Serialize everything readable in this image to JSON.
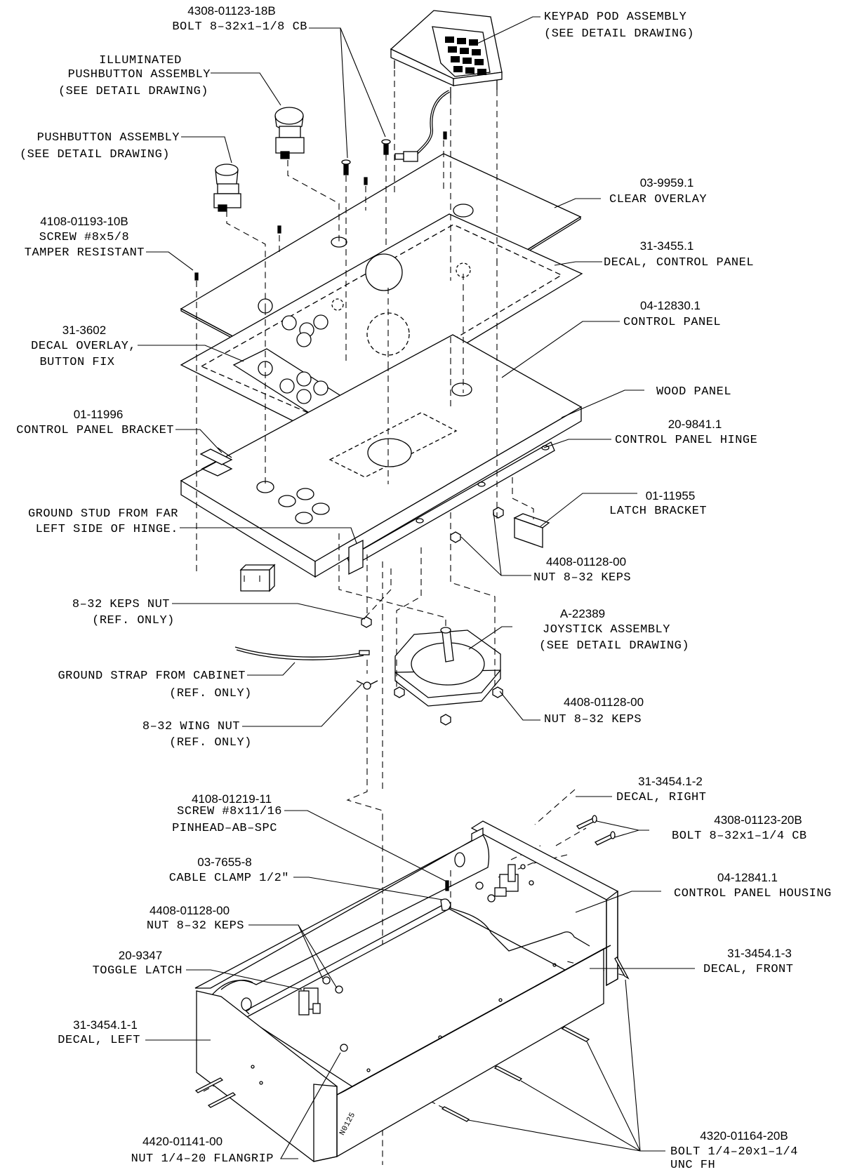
{
  "drawing_id": "N0125",
  "callouts": {
    "bolt_top": {
      "pn": "4308-01123-18B",
      "desc": "BOLT 8–32x1–1/8 CB"
    },
    "keypad": {
      "l1": "KEYPAD POD ASSEMBLY",
      "l2": "(SEE DETAIL DRAWING)"
    },
    "illum_pb": {
      "l1": "ILLUMINATED",
      "l2": "PUSHBUTTON ASSEMBLY",
      "l3": "(SEE DETAIL DRAWING)"
    },
    "pushbutton": {
      "l1": "PUSHBUTTON ASSEMBLY",
      "l2": "(SEE DETAIL DRAWING)"
    },
    "clear_overlay": {
      "pn": "03-9959.1",
      "desc": "CLEAR OVERLAY"
    },
    "screw_tamper": {
      "pn": "4108-01193-10B",
      "d1": "SCREW #8x5/8",
      "d2": "TAMPER RESISTANT"
    },
    "decal_cp": {
      "pn": "31-3455.1",
      "desc": "DECAL, CONTROL PANEL"
    },
    "control_panel": {
      "pn": "04-12830.1",
      "desc": "CONTROL PANEL"
    },
    "decal_overlay": {
      "pn": "31-3602",
      "d1": "DECAL OVERLAY,",
      "d2": "BUTTON FIX"
    },
    "wood_panel": {
      "desc": "WOOD PANEL"
    },
    "cp_bracket": {
      "pn": "01-11996",
      "desc": "CONTROL PANEL BRACKET"
    },
    "cp_hinge": {
      "pn": "20-9841.1",
      "desc": "CONTROL PANEL HINGE"
    },
    "latch_bracket": {
      "pn": "01-11955",
      "desc": "LATCH BRACKET"
    },
    "ground_stud": {
      "l1": "GROUND STUD FROM FAR",
      "l2": "LEFT SIDE OF HINGE."
    },
    "nut_keps_1": {
      "pn": "4408-01128-00",
      "desc": "NUT 8–32 KEPS"
    },
    "keps_nut_ref": {
      "l1": "8–32 KEPS NUT",
      "l2": "(REF. ONLY)"
    },
    "joystick": {
      "pn": "A-22389",
      "d1": "JOYSTICK ASSEMBLY",
      "d2": "(SEE DETAIL DRAWING)"
    },
    "ground_strap": {
      "l1": "GROUND STRAP FROM CABINET",
      "l2": "(REF. ONLY)"
    },
    "nut_keps_2": {
      "pn": "4408-01128-00",
      "desc": "NUT 8–32 KEPS"
    },
    "wing_nut": {
      "l1": "8–32 WING NUT",
      "l2": "(REF. ONLY)"
    },
    "decal_right": {
      "pn": "31-3454.1-2",
      "desc": "DECAL, RIGHT"
    },
    "screw_pinhead": {
      "pn": "4108-01219-11",
      "d1": "SCREW #8x11/16",
      "d2": "PINHEAD–AB–SPC"
    },
    "bolt_side": {
      "pn": "4308-01123-20B",
      "desc": "BOLT 8–32x1–1/4 CB"
    },
    "cable_clamp": {
      "pn": "03-7655-8",
      "desc": "CABLE CLAMP 1/2\""
    },
    "cp_housing": {
      "pn": "04-12841.1",
      "desc": "CONTROL PANEL HOUSING"
    },
    "nut_keps_3": {
      "pn": "4408-01128-00",
      "desc": "NUT 8–32 KEPS"
    },
    "decal_front": {
      "pn": "31-3454.1-3",
      "desc": "DECAL, FRONT"
    },
    "toggle_latch": {
      "pn": "20-9347",
      "desc": "TOGGLE LATCH"
    },
    "decal_left": {
      "pn": "31-3454.1-1",
      "desc": "DECAL, LEFT"
    },
    "bolt_fh": {
      "pn": "4320-01164-20B",
      "d1": "BOLT 1/4–20x1–1/4",
      "d2": "UNC FH"
    },
    "nut_flangrip": {
      "pn": "4420-01141-00",
      "desc": "NUT 1/4–20 FLANGRIP"
    }
  }
}
